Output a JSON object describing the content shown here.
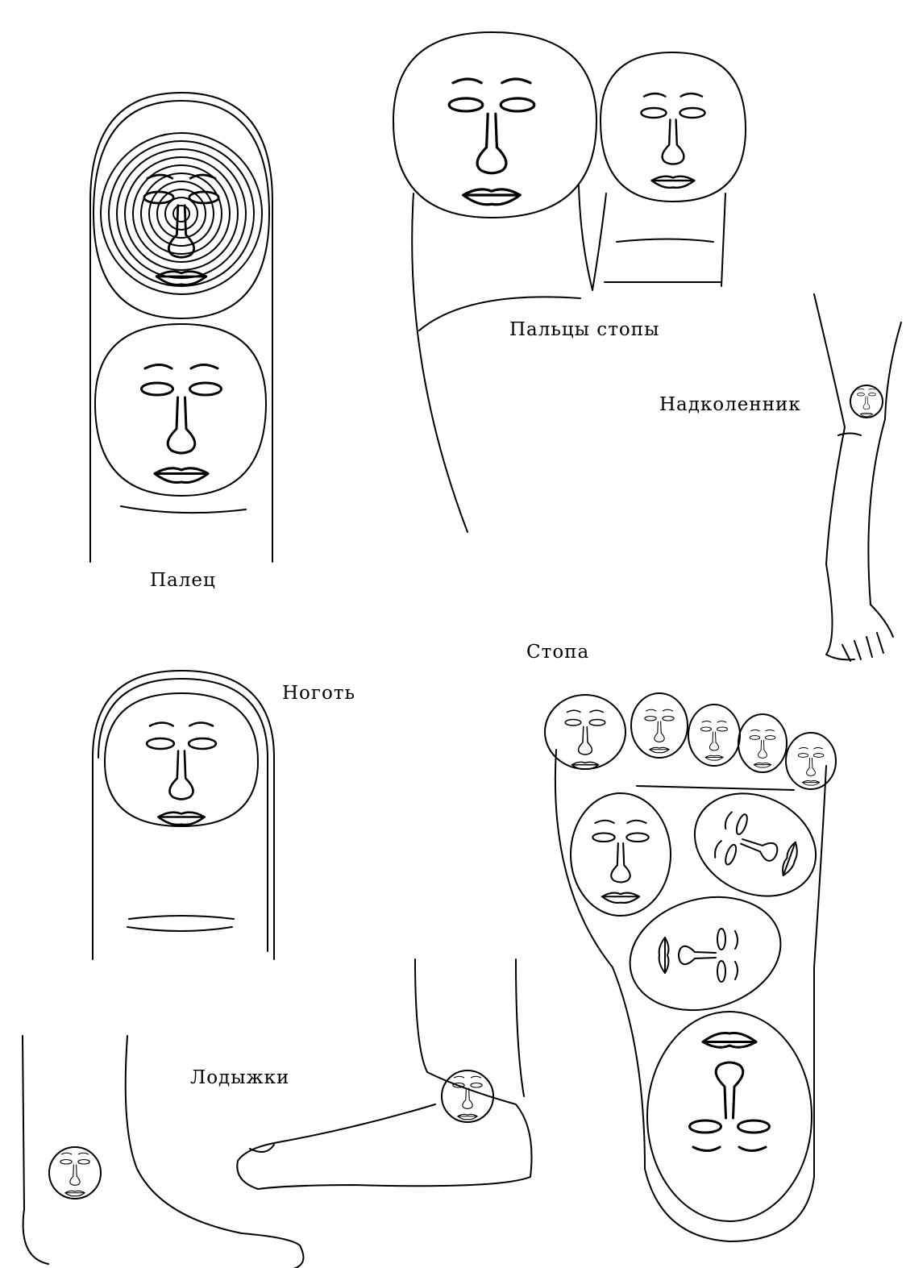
{
  "labels": {
    "finger": "Палец",
    "toes": "Пальцы стопы",
    "kneecap": "Надколенник",
    "nail": "Ноготь",
    "foot": "Стопа",
    "ankles": "Лодыжки"
  },
  "colors": {
    "ink": "#000000",
    "paper": "#ffffff"
  }
}
